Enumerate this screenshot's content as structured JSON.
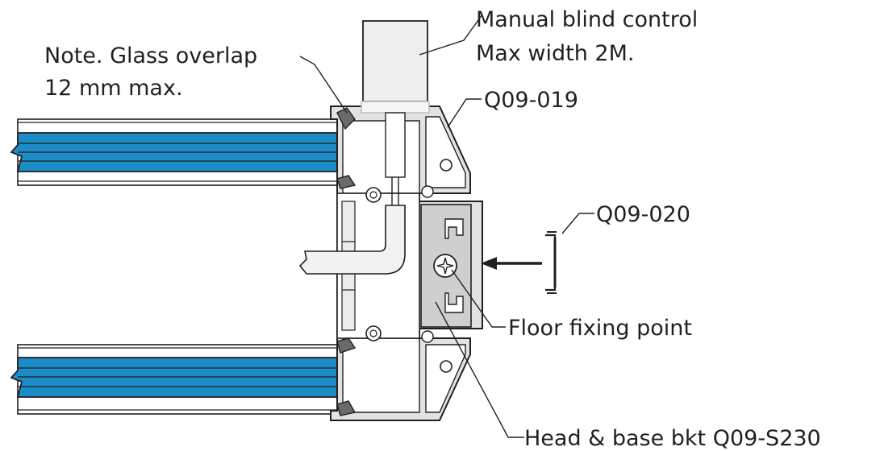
{
  "labels": {
    "manual_blind_line1": "Manual blind control",
    "manual_blind_line2": "Max width 2M.",
    "glass_note_line1": "Note. Glass overlap",
    "glass_note_line2": "12 mm max.",
    "part_q09_019": "Q09-019",
    "part_q09_020": "Q09-020",
    "floor_fixing": "Floor fixing point",
    "head_base_bracket": "Head & base bkt Q09-S230"
  },
  "colors": {
    "line": "#231f20",
    "glass_blue": "#1c8cc9",
    "profile_grey": "#dcdcdc",
    "bracket_grey": "#cfcfcf",
    "control_fill": "#eeeeee",
    "background": "#ffffff"
  }
}
